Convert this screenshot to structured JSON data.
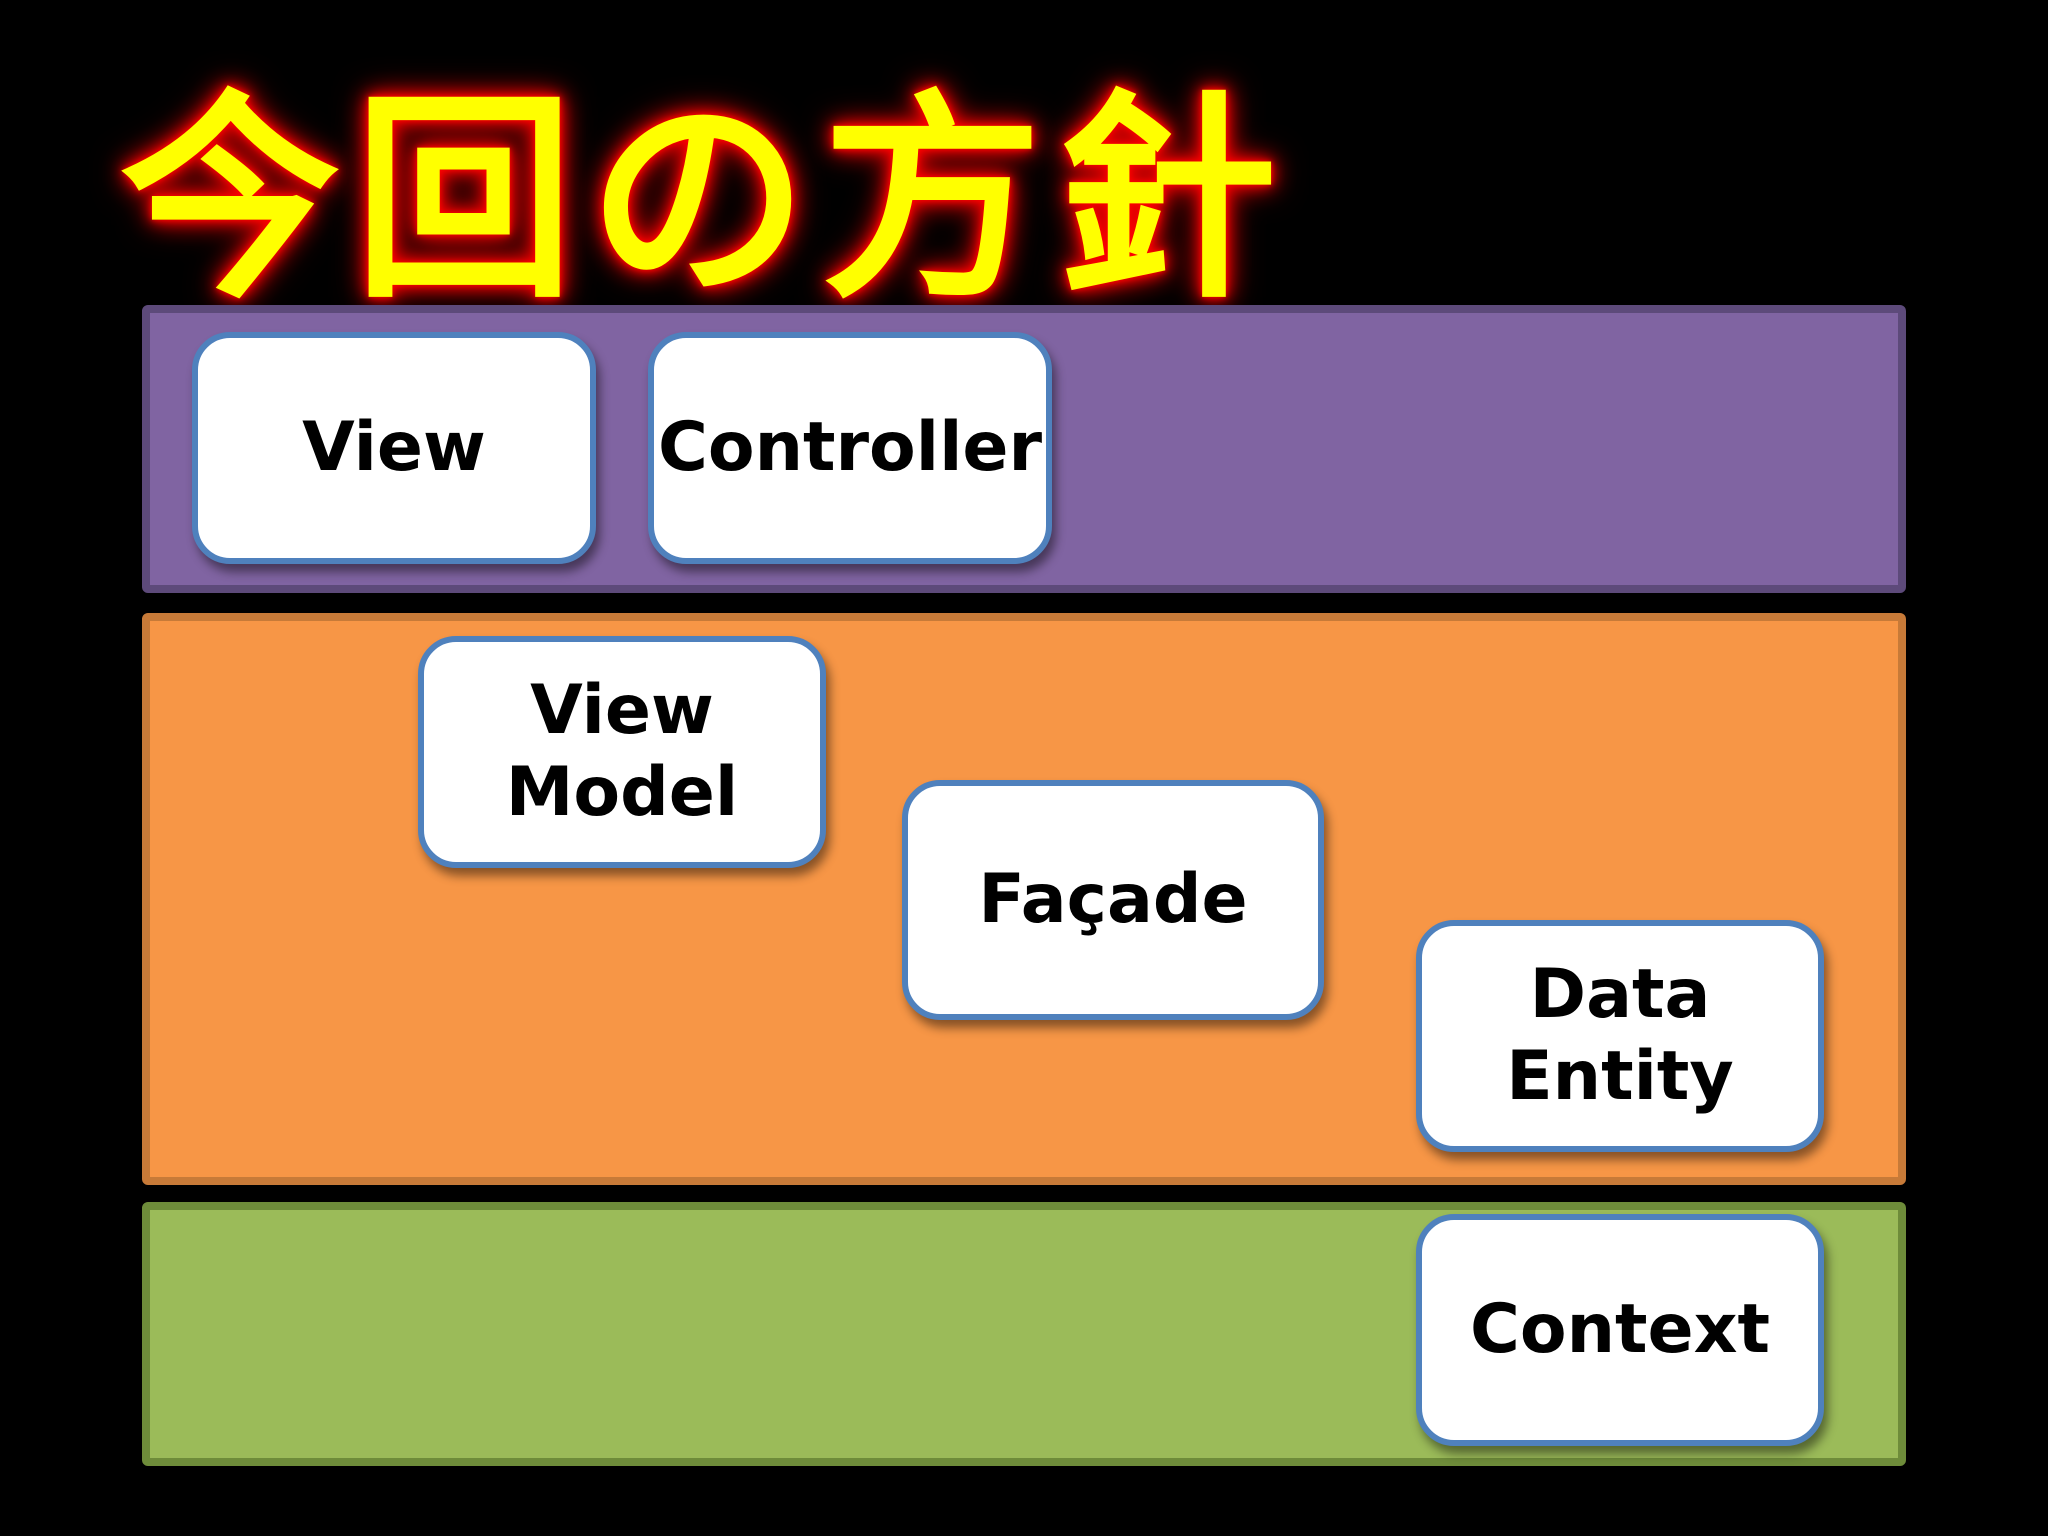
{
  "title": "今回の方針",
  "colors": {
    "background": "#000000",
    "title_text": "#FFFF00",
    "title_glow": "#FF0000",
    "presentation_layer": "#8064A2",
    "business_layer": "#F79646",
    "data_layer": "#9BBB59",
    "box_fill": "#FFFFFF",
    "box_border": "#4F81BD"
  },
  "layers": {
    "presentation": {
      "boxes": {
        "view": "View",
        "controller": "Controller"
      }
    },
    "business": {
      "boxes": {
        "view_model": "View\nModel",
        "facade": "Façade",
        "data_entity": "Data\nEntity"
      }
    },
    "data": {
      "boxes": {
        "context": "Context"
      }
    }
  }
}
